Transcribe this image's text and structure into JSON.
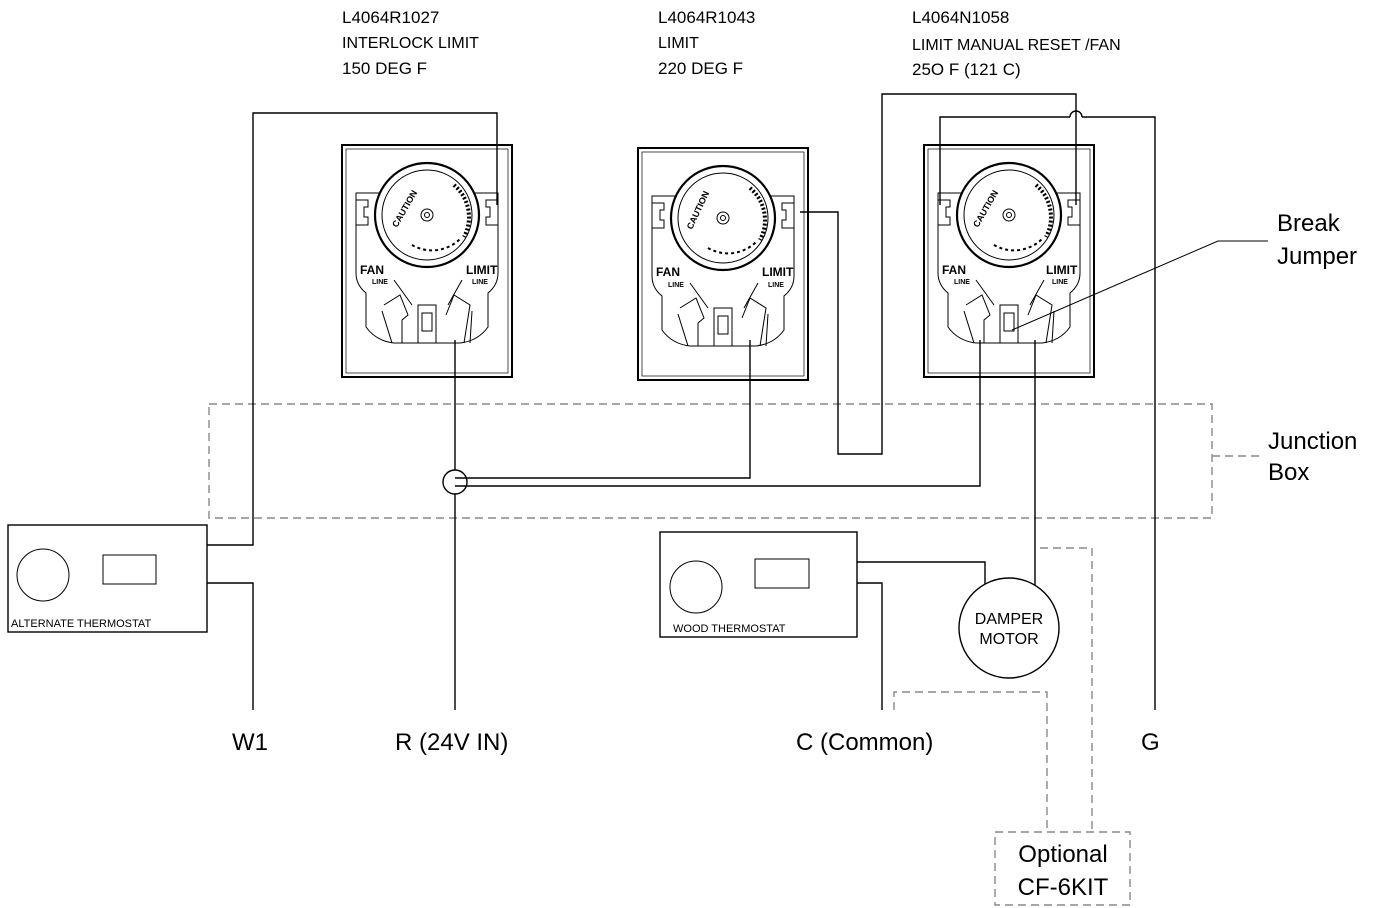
{
  "controls": [
    {
      "part": "L4064R1027",
      "type": "INTERLOCK LIMIT",
      "rating": "150 DEG F"
    },
    {
      "part": "L4064R1043",
      "type": "LIMIT",
      "rating": "220 DEG F"
    },
    {
      "part": "L4064N1058",
      "type": "LIMIT MANUAL RESET /FAN",
      "rating": "25O F (121 C)"
    }
  ],
  "control_face": {
    "caution": "CAUTION",
    "fan": "FAN",
    "limit": "LIMIT",
    "line": "LINE"
  },
  "break_jumper": {
    "line1": "Break",
    "line2": "Jumper"
  },
  "junction_box": {
    "line1": "Junction",
    "line2": "Box"
  },
  "alternate_thermostat": "ALTERNATE THERMOSTAT",
  "wood_thermostat": "WOOD THERMOSTAT",
  "damper_motor": {
    "line1": "DAMPER",
    "line2": "MOTOR"
  },
  "terminals": {
    "w1": "W1",
    "r": "R (24V IN)",
    "c": "C (Common)",
    "g": "G"
  },
  "optional_kit": {
    "line1": "Optional",
    "line2": "CF-6KIT"
  }
}
